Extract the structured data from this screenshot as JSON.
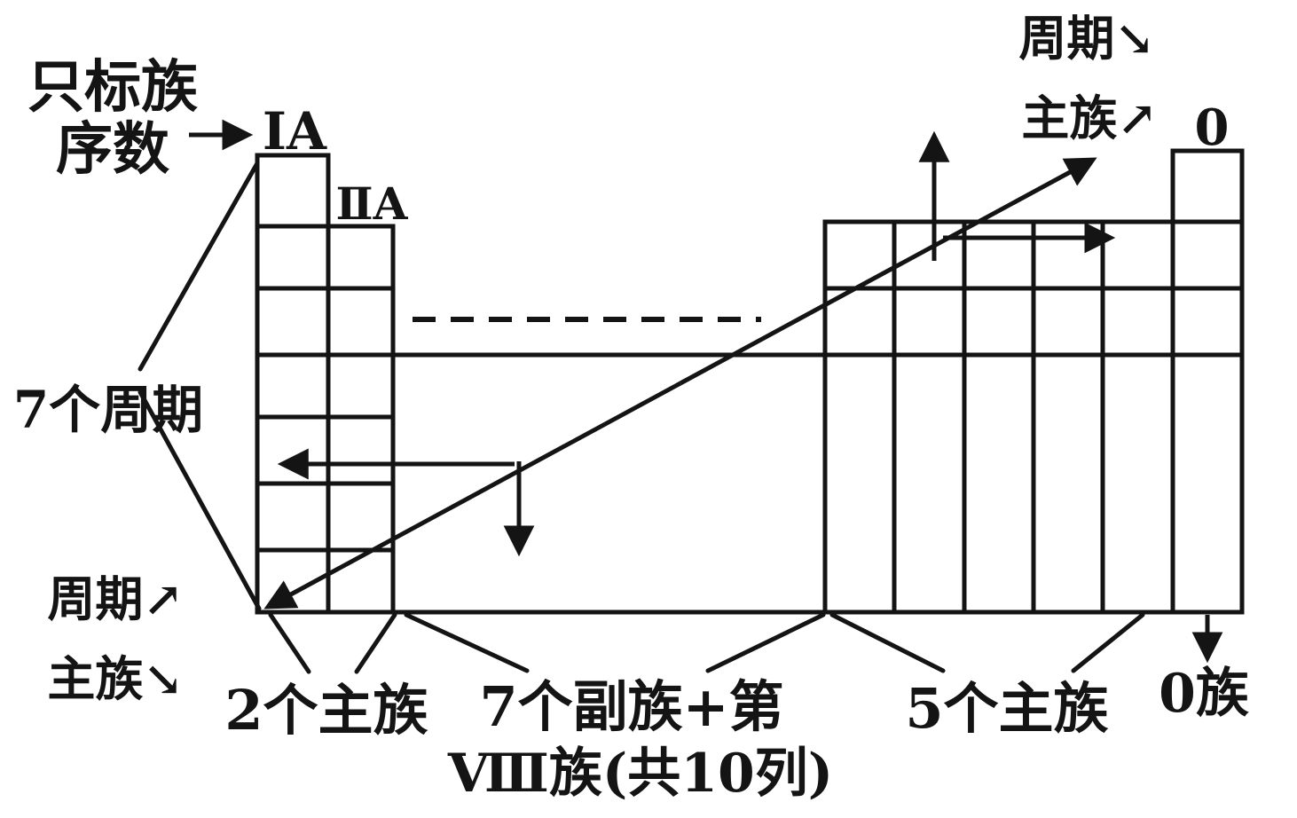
{
  "colors": {
    "background": "#ffffff",
    "ink": "#141414"
  },
  "top_left_note": {
    "line1": "只标族",
    "line2": "序数"
  },
  "column_headers": {
    "group_1a": "ⅠA",
    "group_2a": "ⅡA",
    "group_0": "0"
  },
  "left_labels": {
    "periods": "7个周期",
    "period_direction": "周期↗",
    "main_group_direction": "主族↘"
  },
  "top_right_labels": {
    "period_direction": "周期↘",
    "main_group_direction": "主族↗"
  },
  "bottom_labels": {
    "left_block": "2个主族",
    "middle_block_line1": "7个副族+第",
    "middle_block_line2": "Ⅷ族(共10列)",
    "right_block": "5个主族",
    "zero_group": "0族"
  }
}
